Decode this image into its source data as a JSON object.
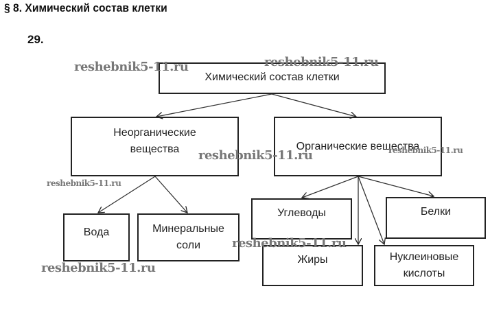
{
  "header": {
    "title": "§ 8. Химический состав клетки",
    "task_number": "29."
  },
  "diagram": {
    "root": "Химический состав клетки",
    "inorganic": "Неорганические вещества",
    "organic": "Органические вещества",
    "water": "Вода",
    "minerals": "Минеральные соли",
    "carbs": "Углеводы",
    "proteins": "Белки",
    "fats": "Жиры",
    "nucleic": "Нуклеиновые кислоты"
  },
  "watermark": "reshebnik5-11.ru"
}
